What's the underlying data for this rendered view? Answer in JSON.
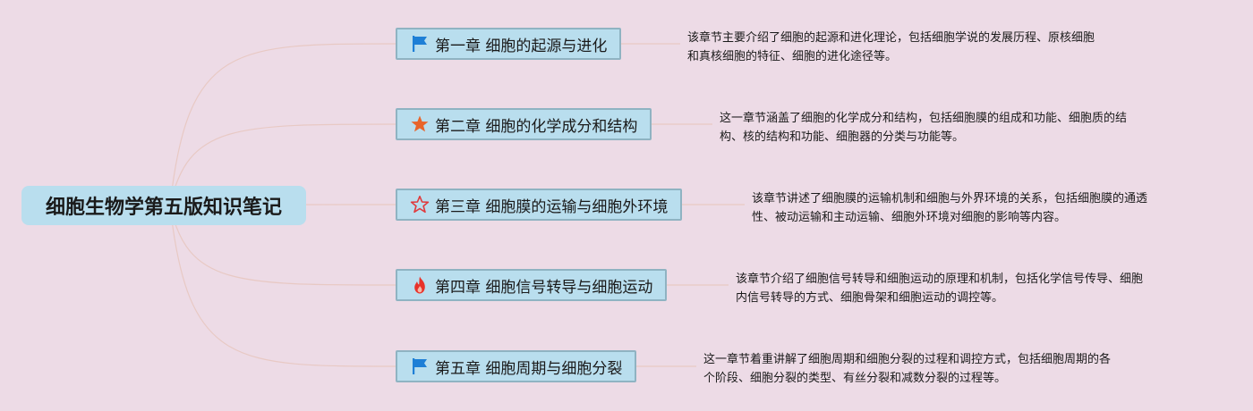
{
  "root": {
    "title": "细胞生物学第五版知识笔记"
  },
  "chapters": [
    {
      "label": "第一章 细胞的起源与进化",
      "icon": "flag-icon",
      "description": [
        "该章节主要介绍了细胞的起源和进化理论，包括细胞学说的发展历程、原核细胞",
        "和真核细胞的特征、细胞的进化途径等。"
      ]
    },
    {
      "label": "第二章 细胞的化学成分和结构",
      "icon": "star-filled-icon",
      "description": [
        "这一章节涵盖了细胞的化学成分和结构，包括细胞膜的组成和功能、细胞质的结",
        "构、核的结构和功能、细胞器的分类与功能等。"
      ]
    },
    {
      "label": "第三章 细胞膜的运输与细胞外环境",
      "icon": "star-outline-icon",
      "description": [
        "该章节讲述了细胞膜的运输机制和细胞与外界环境的关系，包括细胞膜的通透",
        "性、被动运输和主动运输、细胞外环境对细胞的影响等内容。"
      ]
    },
    {
      "label": "第四章 细胞信号转导与细胞运动",
      "icon": "fire-icon",
      "description": [
        "该章节介绍了细胞信号转导和细胞运动的原理和机制，包括化学信号传导、细胞",
        "内信号转导的方式、细胞骨架和细胞运动的调控等。"
      ]
    },
    {
      "label": "第五章 细胞周期与细胞分裂",
      "icon": "flag-icon",
      "description": [
        "这一章节着重讲解了细胞周期和细胞分裂的过程和调控方式，包括细胞周期的各",
        "个阶段、细胞分裂的类型、有丝分裂和减数分裂的过程等。"
      ]
    }
  ],
  "colors": {
    "background": "#eddbe6",
    "node_fill": "#b9deee",
    "node_border": "#8fb3c2",
    "connector": "#e8c9c4",
    "flag": "#1e7fd6",
    "star_filled": "#e8642a",
    "star_outline": "#e0393c",
    "fire": "#e8322a"
  }
}
